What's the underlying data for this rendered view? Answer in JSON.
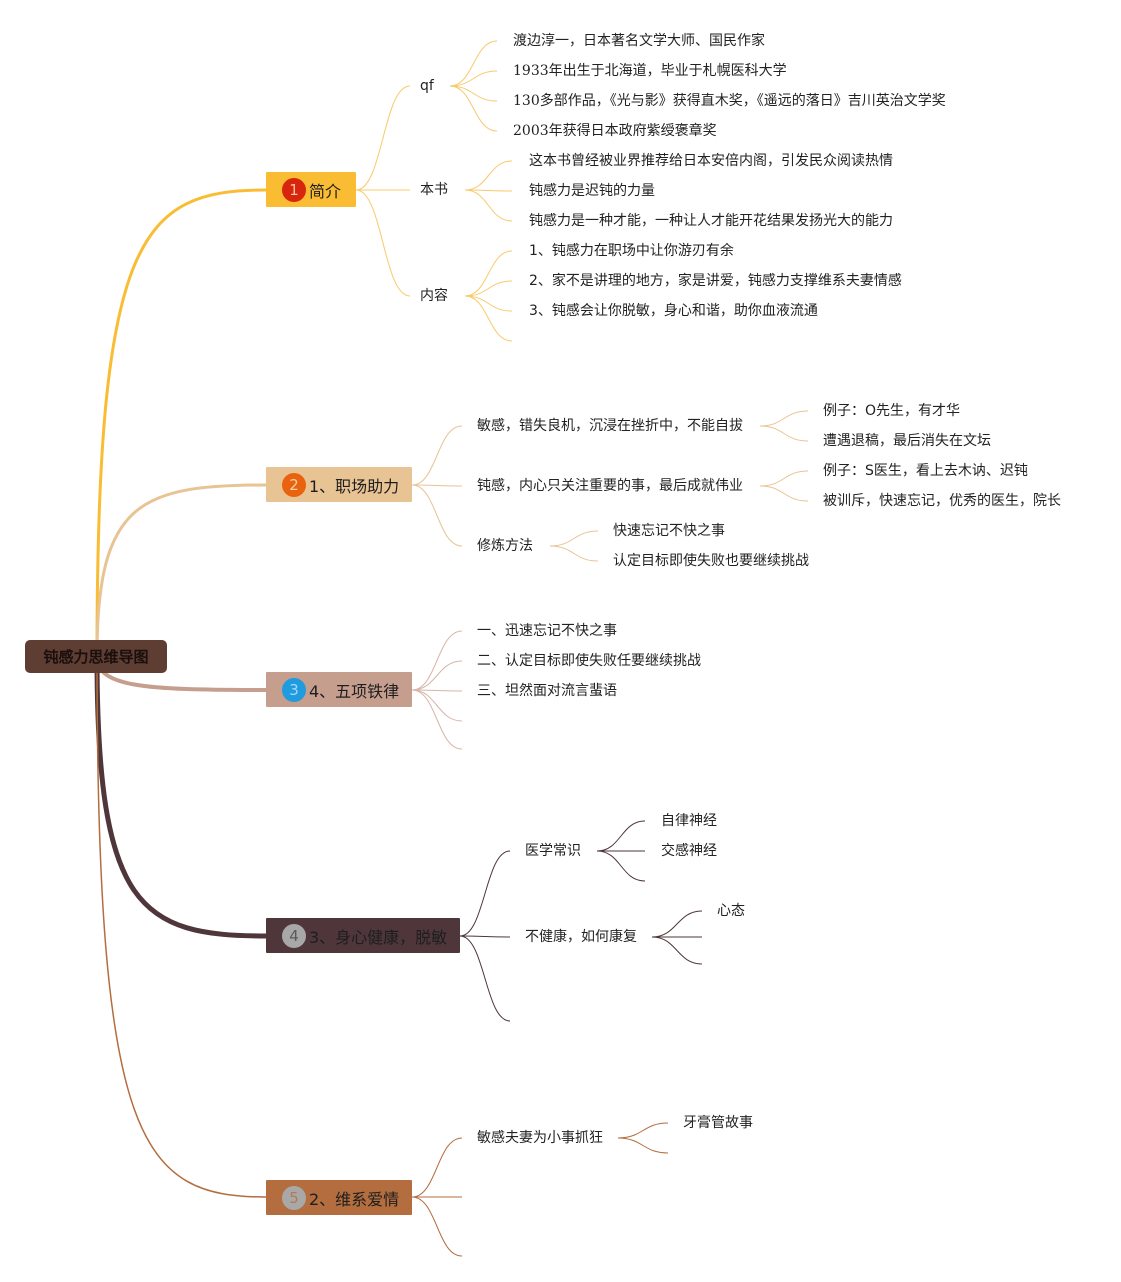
{
  "root": {
    "label": "钝感力思维导图",
    "color": "#5e3d33"
  },
  "branches": [
    {
      "badge": "1",
      "label": "简介",
      "color": "#f9bc33",
      "badge_color": "#d7260d",
      "badge_text_color": "#f6c4a0",
      "children": [
        {
          "label": "qf",
          "children": [
            "渡边淳一，日本著名文学大师、国民作家",
            "1933年出生于北海道，毕业于札幌医科大学",
            "130多部作品，《光与影》获得直木奖，《遥远的落日》吉川英治文学奖",
            "2003年获得日本政府紫绶褒章奖"
          ]
        },
        {
          "label": "本书",
          "children": [
            "这本书曾经被业界推荐给日本安倍内阁，引发民众阅读热情",
            "钝感力是迟钝的力量",
            "钝感力是一种才能，一种让人才能开花结果发扬光大的能力"
          ]
        },
        {
          "label": "内容",
          "children": [
            "1、钝感力在职场中让你游刃有余",
            "2、家不是讲理的地方，家是讲爱，钝感力支撑维系夫妻情感",
            "3、钝感会让你脱敏，身心和谐，助你血液流通"
          ]
        }
      ]
    },
    {
      "badge": "2",
      "label": "1、职场助力",
      "color": "#e8c393",
      "badge_color": "#e8620f",
      "badge_text_color": "#f8d0a0",
      "children": [
        {
          "label": "敏感，错失良机，沉浸在挫折中，不能自拔",
          "children": [
            "例子：O先生，有才华",
            "遭遇退稿，最后消失在文坛"
          ]
        },
        {
          "label": "钝感，内心只关注重要的事，最后成就伟业",
          "children": [
            "例子：S医生，看上去木讷、迟钝",
            "被训斥，快速忘记，优秀的医生，院长"
          ]
        },
        {
          "label": "修炼方法",
          "children": [
            "快速忘记不快之事",
            "认定目标即使失败也要继续挑战"
          ]
        }
      ]
    },
    {
      "badge": "3",
      "label": "4、五项铁律",
      "color": "#c59e8e",
      "badge_color": "#1f9be0",
      "badge_text_color": "#a8d8f5",
      "children": [
        {
          "label": "一、迅速忘记不快之事"
        },
        {
          "label": "二、认定目标即使失败任要继续挑战"
        },
        {
          "label": "三、坦然面对流言蜚语"
        }
      ]
    },
    {
      "badge": "4",
      "label": "3、身心健康，脱敏",
      "color": "#4f363a",
      "badge_color": "#a8a8a8",
      "badge_text_color": "#5a5a5a",
      "children": [
        {
          "label": "医学常识",
          "children": [
            "自律神经",
            "交感神经"
          ]
        },
        {
          "label": "不健康，如何康复",
          "children": [
            "心态"
          ]
        }
      ]
    },
    {
      "badge": "5",
      "label": "2、维系爱情",
      "color": "#b46d3e",
      "badge_color": "#a8a8a8",
      "badge_text_color": "#b47a50",
      "children": [
        {
          "label": "敏感夫妻为小事抓狂",
          "children": [
            "牙膏管故事"
          ]
        }
      ]
    }
  ]
}
